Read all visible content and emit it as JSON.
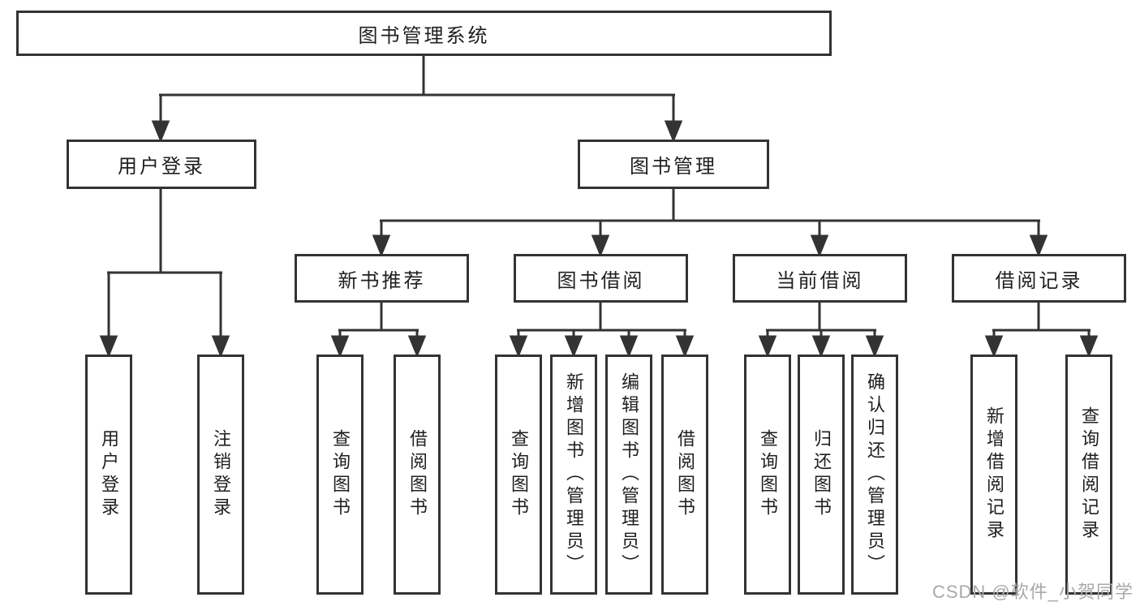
{
  "tree": {
    "root": "图书管理系统",
    "branches": [
      {
        "label": "用户登录",
        "children": [
          {
            "label": "用户登录"
          },
          {
            "label": "注销登录"
          }
        ]
      },
      {
        "label": "图书管理",
        "children": [
          {
            "label": "新书推荐",
            "children": [
              {
                "label": "查询图书"
              },
              {
                "label": "借阅图书"
              }
            ]
          },
          {
            "label": "图书借阅",
            "children": [
              {
                "label": "查询图书"
              },
              {
                "label": "新增图书（管理员）"
              },
              {
                "label": "编辑图书（管理员）"
              },
              {
                "label": "借阅图书"
              }
            ]
          },
          {
            "label": "当前借阅",
            "children": [
              {
                "label": "查询图书"
              },
              {
                "label": "归还图书"
              },
              {
                "label": "确认归还（管理员）"
              }
            ]
          },
          {
            "label": "借阅记录",
            "children": [
              {
                "label": "新增借阅记录"
              },
              {
                "label": "查询借阅记录"
              }
            ]
          }
        ]
      }
    ]
  },
  "watermark": {
    "text": "CSDN @软件_小贺同学"
  },
  "colors": {
    "line": "#333333",
    "text": "#1f1f1f",
    "watermark": "#a9a9a9",
    "background": "#ffffff"
  }
}
